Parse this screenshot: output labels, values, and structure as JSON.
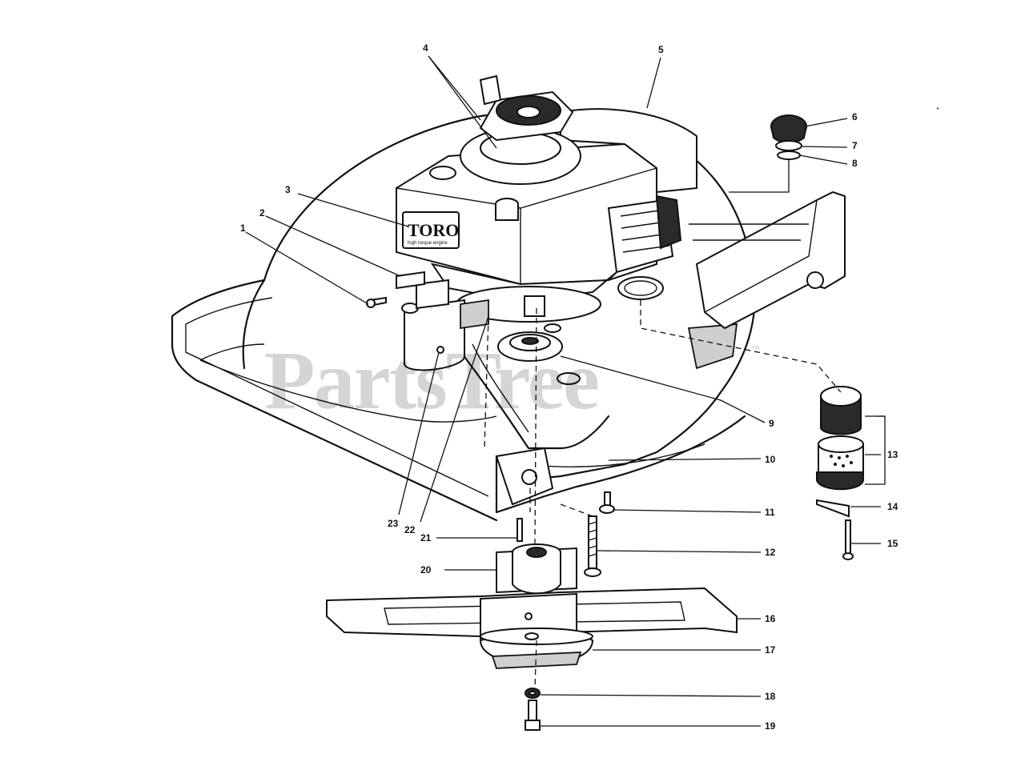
{
  "diagram": {
    "brand_logo": {
      "text": "TORO",
      "subtext": "high torque engine"
    },
    "watermark": {
      "text": "PartsTree",
      "mark": "™"
    },
    "callouts": [
      "1",
      "2",
      "3",
      "4",
      "5",
      "6",
      "7",
      "8",
      "9",
      "10",
      "11",
      "12",
      "13",
      "14",
      "15",
      "16",
      "17",
      "18",
      "19",
      "20",
      "21",
      "22",
      "23"
    ]
  }
}
